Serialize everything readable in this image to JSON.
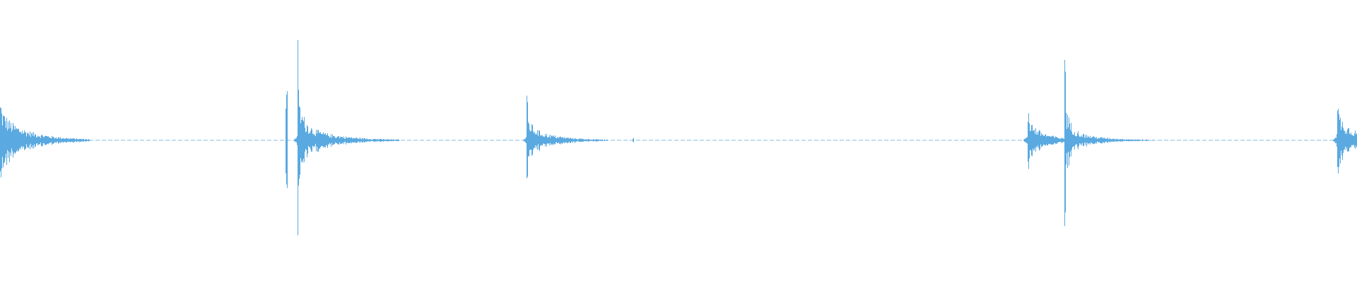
{
  "waveform": {
    "color": "#5aa9e0",
    "background": "#ffffff",
    "duration_s": 100,
    "bursts": [
      {
        "t": 0.0,
        "amp": 0.3,
        "decay": 2.2,
        "sustain": 0.18
      },
      {
        "t": 21.9,
        "amp": 0.75,
        "decay": 2.5,
        "sustain": 0.12,
        "precursor": {
          "dt": -0.8,
          "amp": 0.36
        }
      },
      {
        "t": 38.8,
        "amp": 0.32,
        "decay": 2.0,
        "sustain": 0.1
      },
      {
        "t": 46.6,
        "amp": 0.02,
        "decay": 0.3,
        "sustain": 0.0
      },
      {
        "t": 75.7,
        "amp": 0.28,
        "decay": 1.3,
        "sustain": 0.14
      },
      {
        "t": 78.4,
        "amp": 0.8,
        "decay": 2.2,
        "sustain": 0.08
      },
      {
        "t": 98.5,
        "amp": 0.27,
        "decay": 1.5,
        "sustain": 0.18
      }
    ],
    "floor_amp": 0.003
  }
}
